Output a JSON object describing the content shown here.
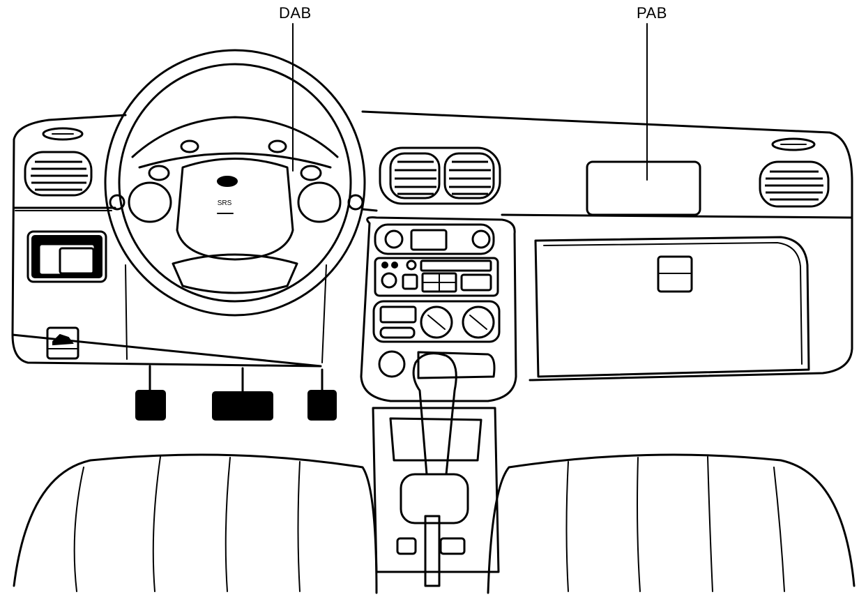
{
  "labels": {
    "dab": "DAB",
    "pab": "PAB"
  },
  "logo": {
    "text": "SRS"
  }
}
